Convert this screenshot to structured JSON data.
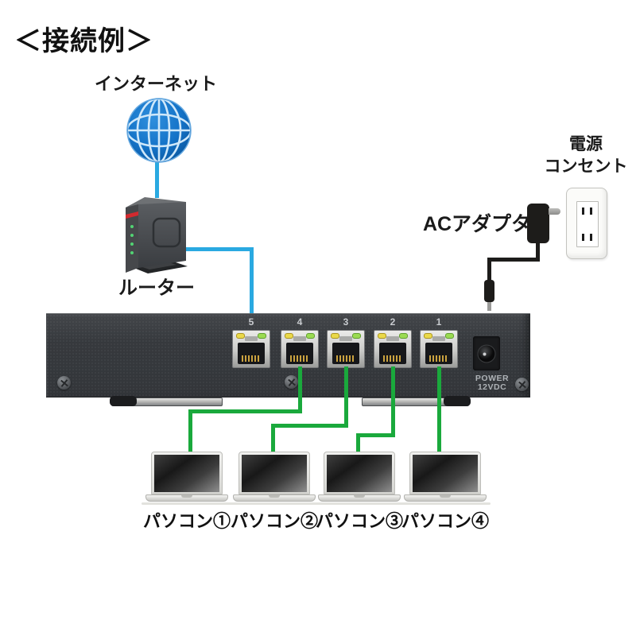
{
  "title": "＜接続例＞",
  "internet": {
    "label": "インターネット"
  },
  "router": {
    "label": "ルーター"
  },
  "switch": {
    "ports": [
      "5",
      "4",
      "3",
      "2",
      "1"
    ],
    "power_line1": "POWER",
    "power_line2": "12VDC"
  },
  "power": {
    "adapter_label": "ACアダプタ",
    "outlet_line1": "電源",
    "outlet_line2": "コンセント"
  },
  "computers": [
    {
      "label": "パソコン①"
    },
    {
      "label": "パソコン②"
    },
    {
      "label": "パソコン③"
    },
    {
      "label": "パソコン④"
    }
  ],
  "colors": {
    "lan_cable_green": "#1aa93c",
    "internet_cable_blue": "#2aa9e1",
    "router_stripe_red": "#d22a2f",
    "led_yellow": "#ead94a",
    "led_green": "#9bdb52",
    "globe_blue": "#1473c8"
  }
}
